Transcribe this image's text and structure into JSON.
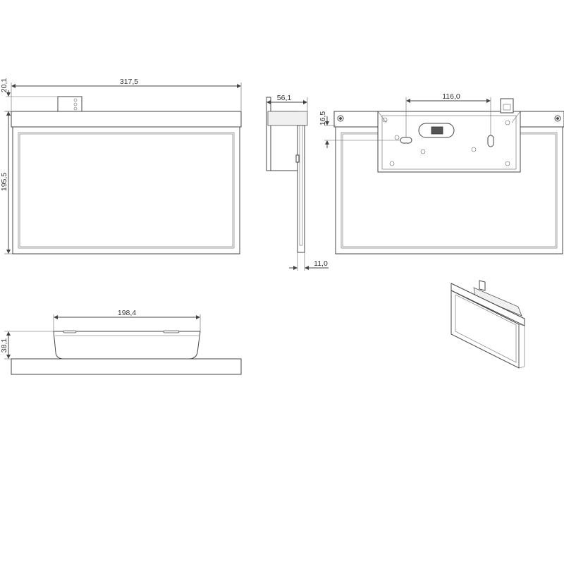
{
  "dimensions": {
    "width_front": "317,5",
    "height_front": "195,5",
    "bracket_height": "20,1",
    "depth_side": "56,1",
    "panel_thickness": "11,0",
    "bracket_spacing": "116,0",
    "offset_back": "16,5",
    "housing_width": "198,4",
    "housing_depth": "38,1"
  },
  "colors": {
    "line": "#444444",
    "fill": "#f0f0f0"
  }
}
